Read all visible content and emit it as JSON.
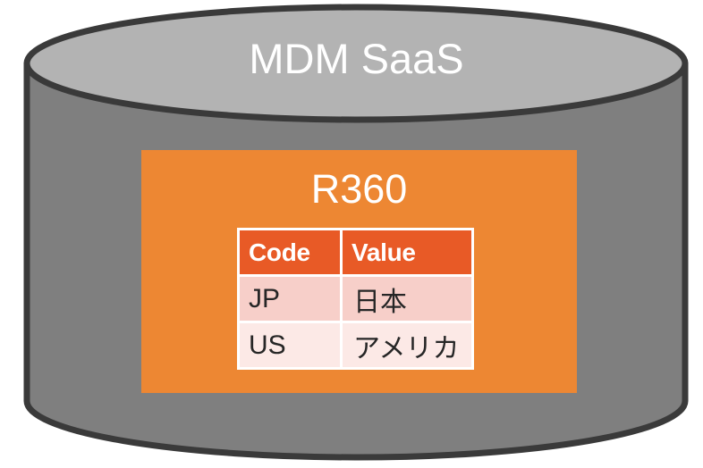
{
  "diagram": {
    "type": "database-cylinder",
    "title": "MDM SaaS",
    "colors": {
      "cylinder_top": "#B3B3B3",
      "cylinder_body": "#7F7F7F",
      "cylinder_stroke": "#3A3A3A",
      "panel_orange": "#ED8733",
      "table_header": "#E85A26",
      "table_row_odd": "#F7CFC9",
      "table_row_even": "#FCE9E6",
      "title_text": "#FFFFFF",
      "cell_text": "#262626",
      "background": "#FFFFFF"
    }
  },
  "panel": {
    "title": "R360"
  },
  "table": {
    "columns": [
      "Code",
      "Value"
    ],
    "rows": [
      {
        "code": "JP",
        "value": "日本"
      },
      {
        "code": "US",
        "value": "アメリカ"
      }
    ]
  }
}
